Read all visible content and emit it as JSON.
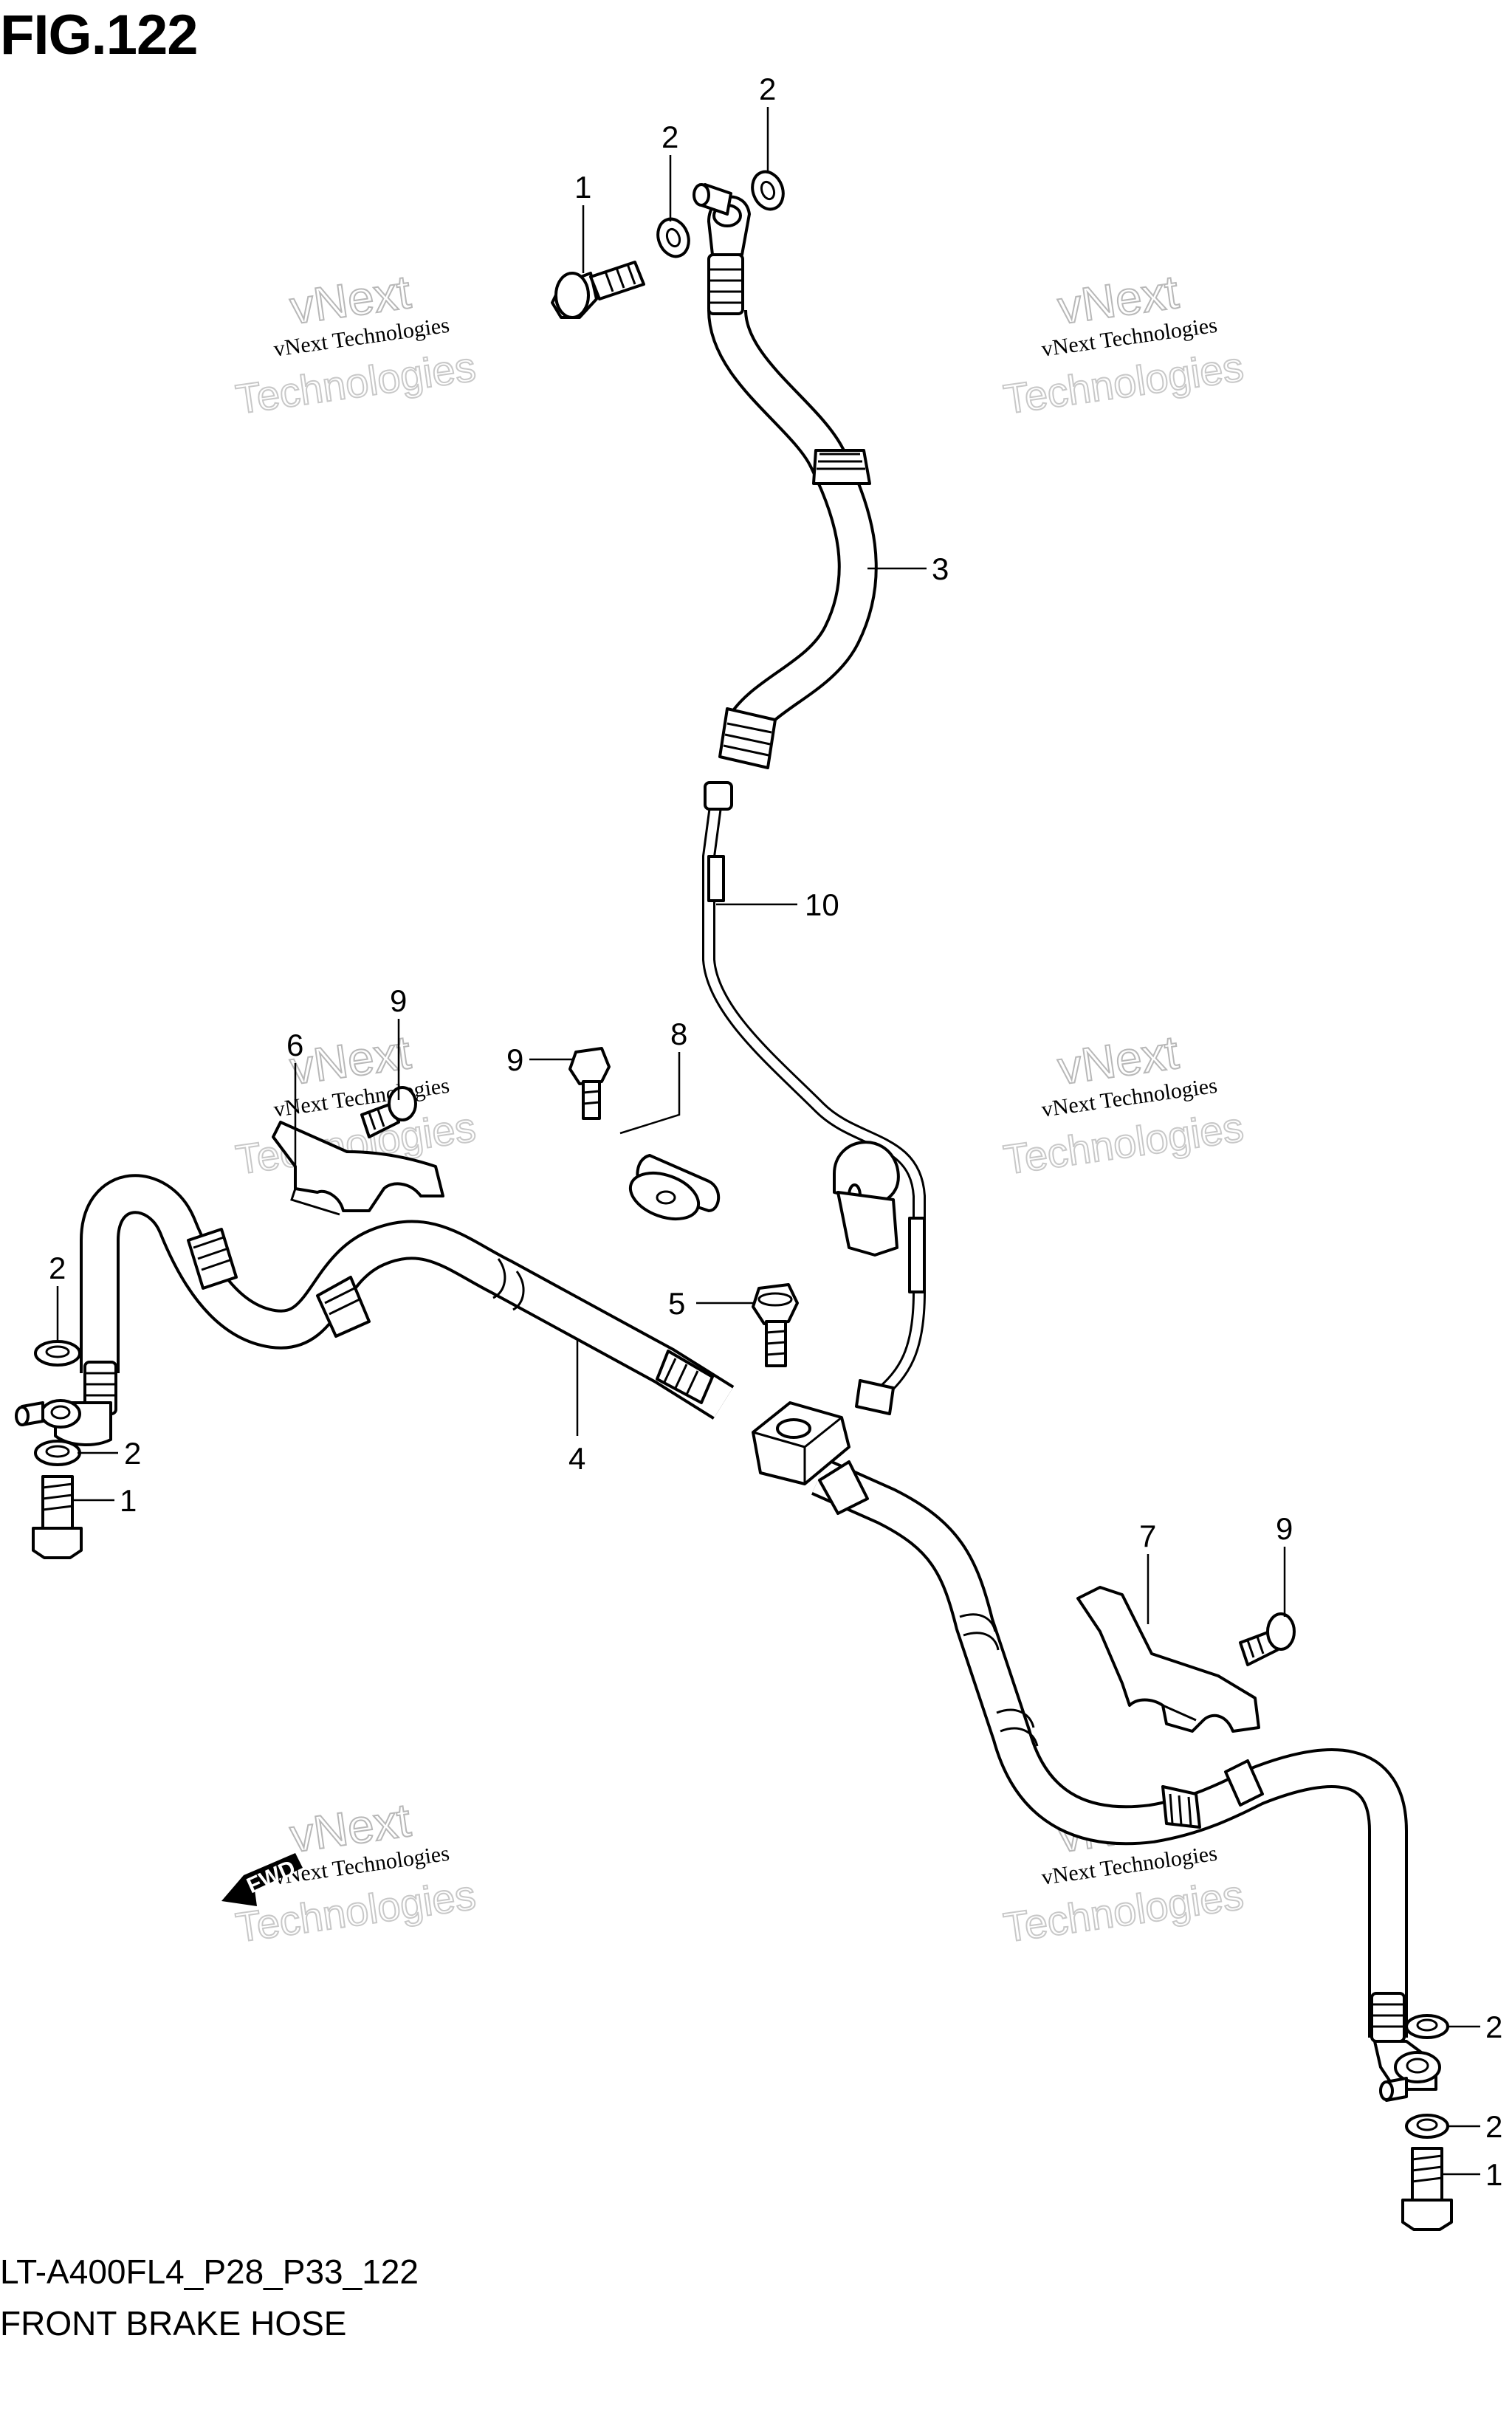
{
  "figure": {
    "title": "FIG.122",
    "model_code": "LT-A400FL4_P28_P33_122",
    "name": "FRONT BRAKE HOSE"
  },
  "watermark": {
    "line1": "vNext Technologies",
    "line2": "vNext",
    "line3": "Technologies"
  },
  "direction_label": "FWD",
  "callouts": [
    "1",
    "2",
    "2",
    "3",
    "10",
    "9",
    "8",
    "6",
    "9",
    "2",
    "2",
    "1",
    "5",
    "4",
    "7",
    "9",
    "2",
    "2",
    "1"
  ]
}
